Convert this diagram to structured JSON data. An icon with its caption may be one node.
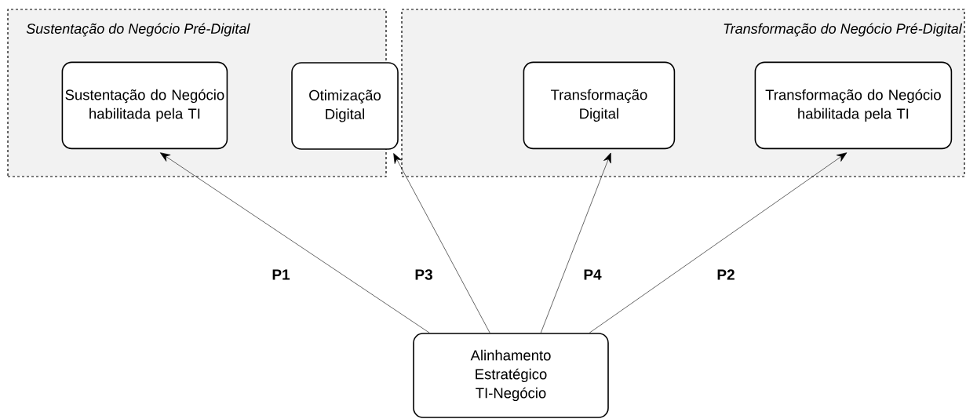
{
  "diagram": {
    "nodes": [
      {
        "text": [
          "Sustentação do Negócio Pré-Digital"
        ]
      },
      {
        "text": [
          "Transformação do Negócio Pré-Digital"
        ]
      },
      {
        "text": [
          "Sustentação do Negócio habilitada pela TI"
        ],
        "in": 0
      },
      {
        "text": [
          "Otimização Digital"
        ]
      },
      {
        "text": [
          "Transformação Digital"
        ],
        "in": 1
      },
      {
        "text": [
          "Transformação do Negócio habilitada pela TI"
        ],
        "in": 1
      },
      {
        "text": [
          "Alinhamento Estratégico TI-Negócio"
        ]
      }
    ],
    "edges": [
      {
        "from": 6,
        "to": 2,
        "arrow": "to",
        "label": "P1"
      },
      {
        "from": 6,
        "to": 3,
        "arrow": "to",
        "label": "P3"
      },
      {
        "from": 6,
        "to": 4,
        "arrow": "to",
        "label": "P4"
      },
      {
        "from": 6,
        "to": 5,
        "arrow": "to",
        "label": "P2"
      }
    ]
  }
}
